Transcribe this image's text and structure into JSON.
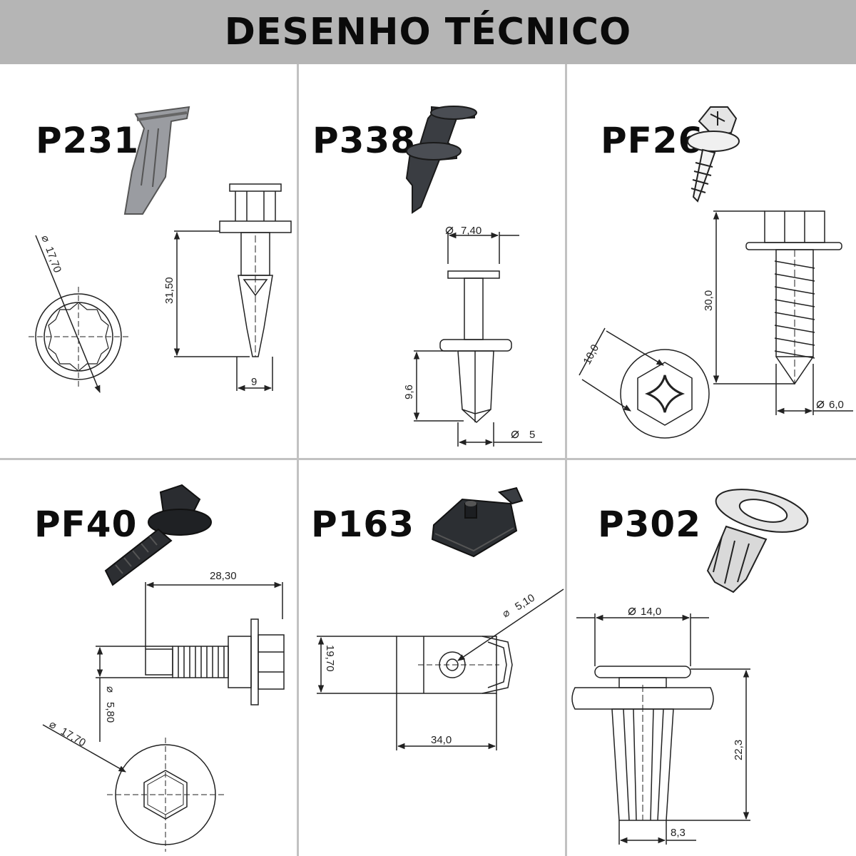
{
  "header": {
    "title": "DESENHO TÉCNICO"
  },
  "parts": [
    {
      "code": "P231",
      "dims": {
        "diameter": "17,70",
        "height": "31,50",
        "width": "9"
      }
    },
    {
      "code": "P338",
      "dims": {
        "head_diameter": "7,40",
        "length": "9,6",
        "diameter": "5"
      }
    },
    {
      "code": "PF26",
      "dims": {
        "head": "10,0",
        "length": "30,0",
        "diameter": "6,0"
      }
    },
    {
      "code": "PF40",
      "dims": {
        "length": "28,30",
        "diameter": "5,80",
        "head_diameter": "17,70"
      }
    },
    {
      "code": "P163",
      "dims": {
        "hole_diameter": "5,10",
        "height": "19,70",
        "width": "34,0"
      }
    },
    {
      "code": "P302",
      "dims": {
        "head_diameter": "14,0",
        "length": "22,3",
        "diameter": "8,3"
      }
    }
  ],
  "symbols": {
    "diameter": "⌀"
  },
  "colors": {
    "header_bg": "#b5b5b5",
    "divider": "#c2c2c2",
    "part_dark": "#3a3d42",
    "line": "#222222"
  }
}
